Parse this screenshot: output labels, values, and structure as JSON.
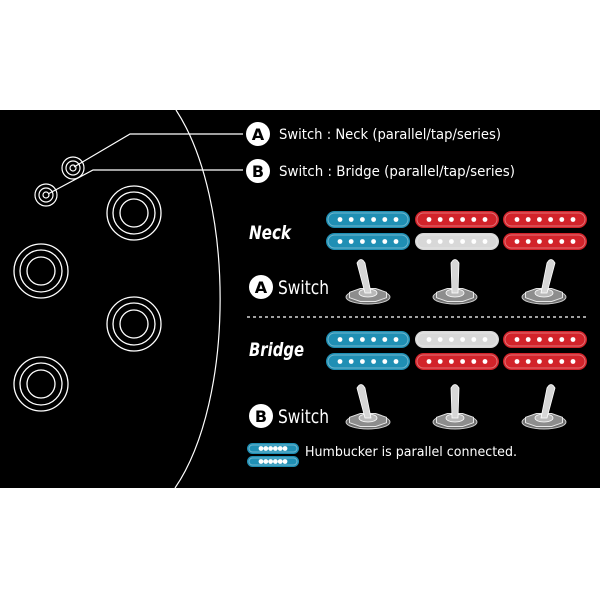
{
  "colors": {
    "background": "#000000",
    "parallel": "#1f8fb4",
    "single": "#d8d8d8",
    "series": "#d2232a",
    "line": "#ffffff",
    "page": "#ffffff"
  },
  "legend_labels": [
    {
      "letter": "A",
      "text": "Switch : Neck (parallel/tap/series)"
    },
    {
      "letter": "B",
      "text": "Switch : Bridge (parallel/tap/series)"
    }
  ],
  "rows": [
    {
      "label": "Neck",
      "switch_letter": "A",
      "switch_label": "Switch",
      "pickups": [
        {
          "mode": "parallel",
          "top": "parallel",
          "bottom": "parallel"
        },
        {
          "mode": "tap",
          "top": "series",
          "bottom": "single"
        },
        {
          "mode": "series",
          "top": "series",
          "bottom": "series"
        }
      ],
      "toggle_positions": [
        "left",
        "center",
        "right"
      ]
    },
    {
      "label": "Bridge",
      "switch_letter": "B",
      "switch_label": "Switch",
      "pickups": [
        {
          "mode": "parallel",
          "top": "parallel",
          "bottom": "parallel"
        },
        {
          "mode": "tap",
          "top": "single",
          "bottom": "series"
        },
        {
          "mode": "series",
          "top": "series",
          "bottom": "series"
        }
      ],
      "toggle_positions": [
        "left",
        "center",
        "right"
      ]
    }
  ],
  "footnote": {
    "icon": "parallel-humbucker-icon",
    "text": "Humbucker is parallel connected."
  }
}
